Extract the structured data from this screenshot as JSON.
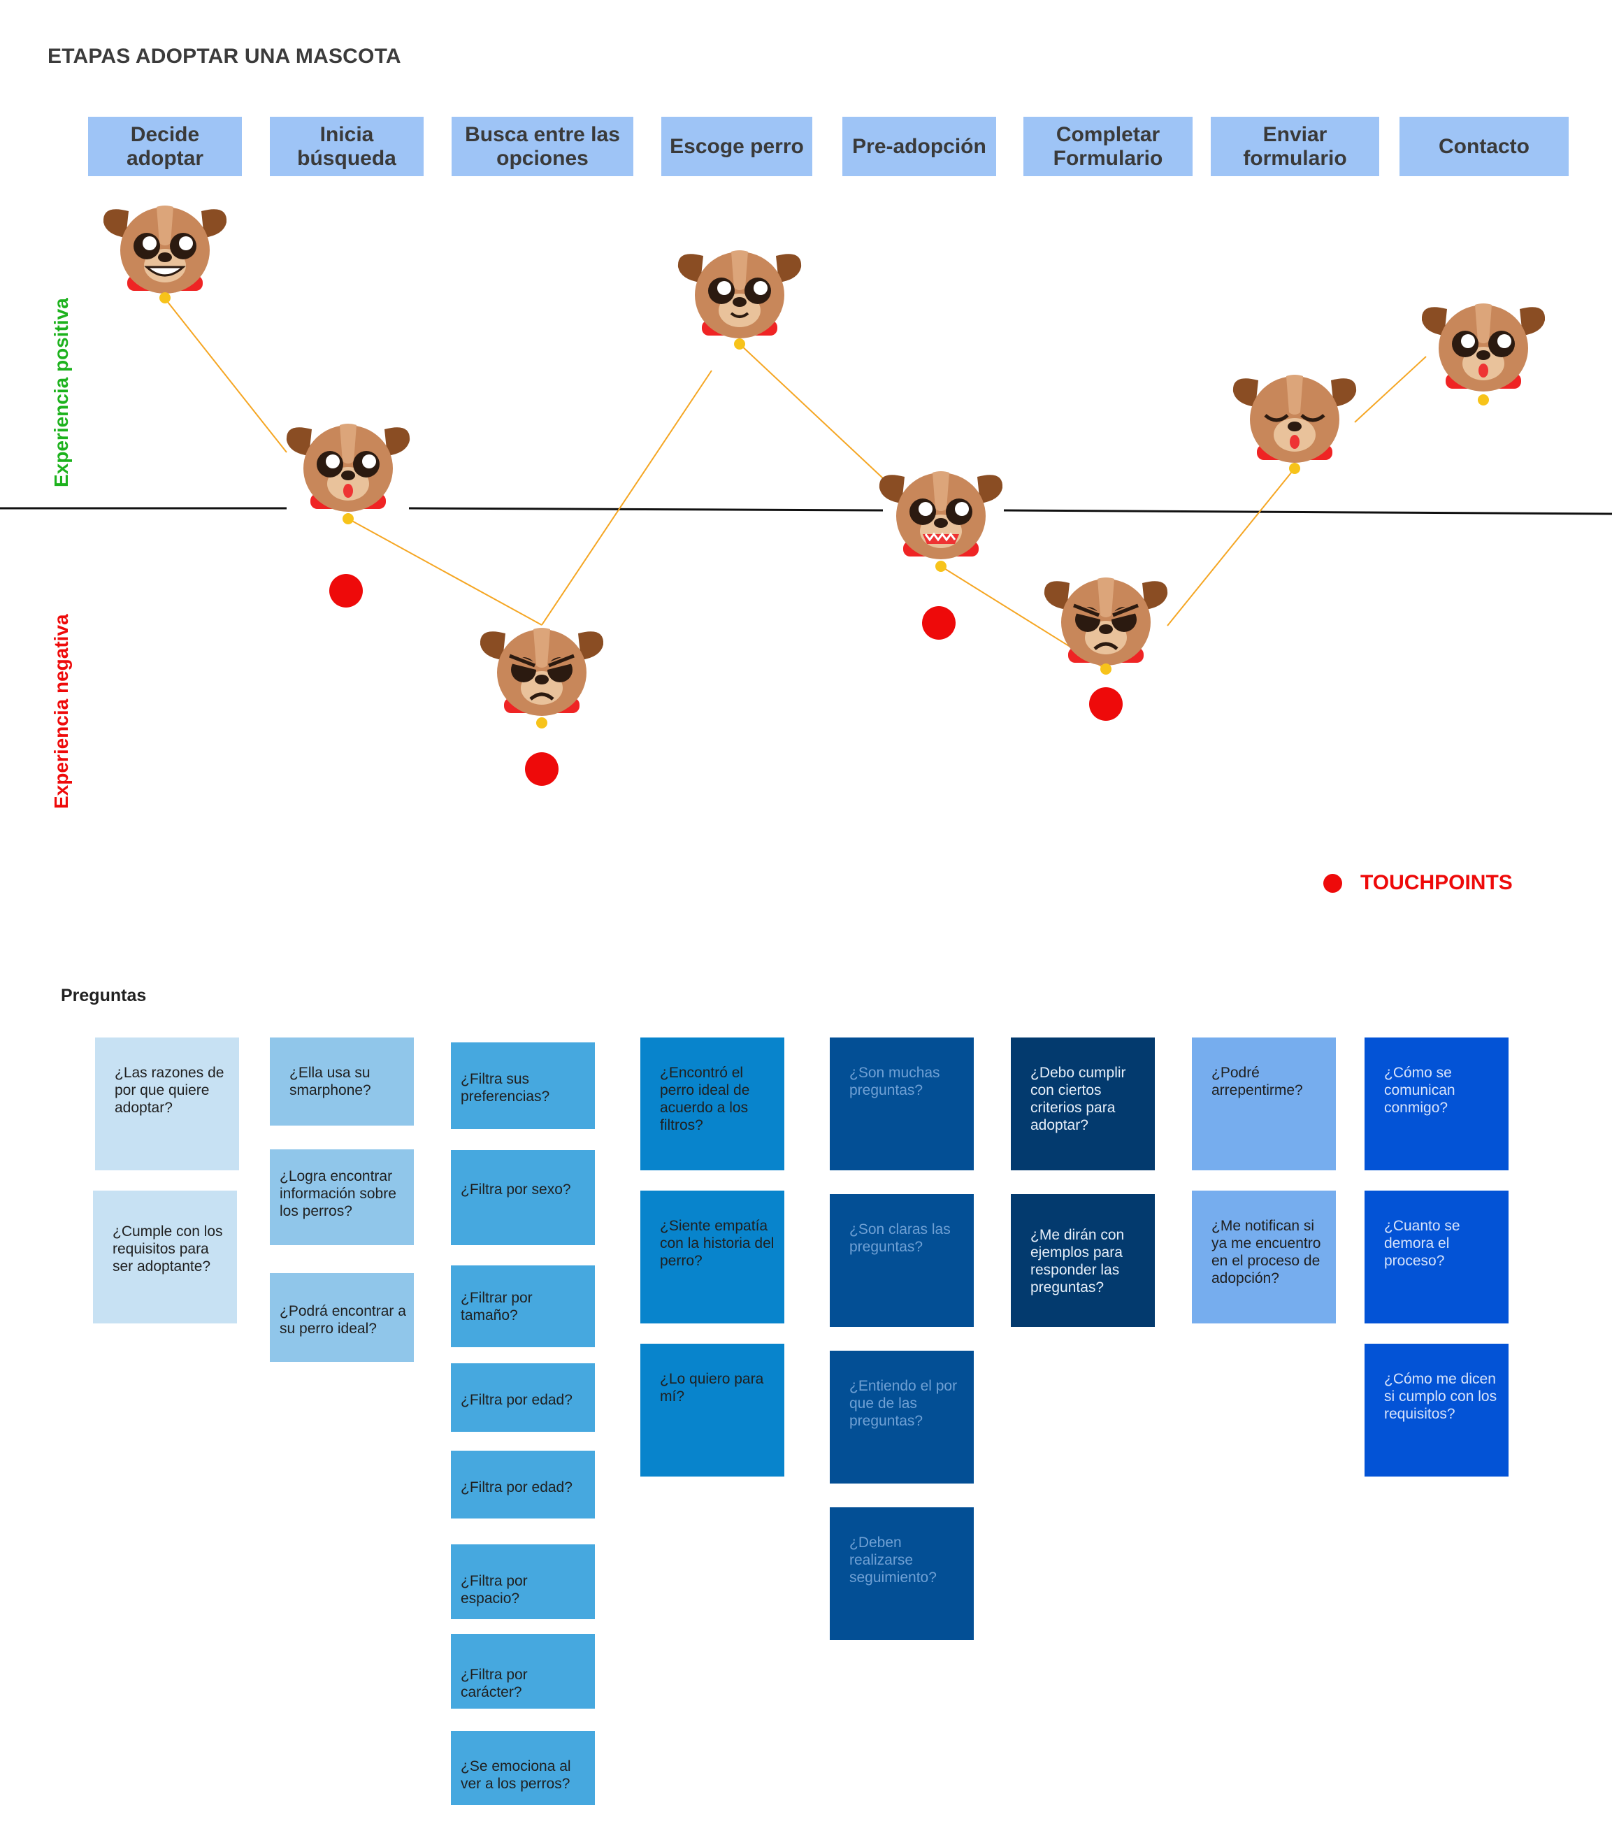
{
  "title": "ETAPAS ADOPTAR UNA MASCOTA",
  "stages": [
    {
      "label": "Decide adoptar"
    },
    {
      "label": "Inicia búsqueda"
    },
    {
      "label": "Busca entre las opciones"
    },
    {
      "label": "Escoge perro"
    },
    {
      "label": "Pre-adopción"
    },
    {
      "label": "Completar Formulario"
    },
    {
      "label": "Enviar formulario"
    },
    {
      "label": "Contacto"
    }
  ],
  "axis": {
    "positive": "Experiencia positiva",
    "negative": "Experiencia negativa",
    "positive_color": "#1db21d",
    "negative_color": "#ee0a0a"
  },
  "legend": {
    "touchpoints": "TOUCHPOINTS",
    "color": "#ee0a0a"
  },
  "emotions": [
    {
      "stage": "Decide adoptar",
      "mood": "grinning",
      "level": "very positive"
    },
    {
      "stage": "Inicia búsqueda",
      "mood": "surprised",
      "level": "neutral"
    },
    {
      "stage": "Busca entre las opciones",
      "mood": "angry",
      "level": "negative",
      "touchpoint": true
    },
    {
      "stage": "Escoge perro",
      "mood": "happy",
      "level": "positive"
    },
    {
      "stage": "Pre-adopción",
      "mood": "annoyed",
      "level": "neutral",
      "touchpoint": true
    },
    {
      "stage": "Completar Formulario",
      "mood": "angry",
      "level": "negative",
      "touchpoint": true
    },
    {
      "stage": "Enviar formulario",
      "mood": "relieved",
      "level": "positive"
    },
    {
      "stage": "Contacto",
      "mood": "surprised",
      "level": "positive"
    }
  ],
  "questions_title": "Preguntas",
  "questions": [
    [
      "¿Las razones de por que quiere adoptar?",
      "¿Cumple con los requisitos para ser adoptante?"
    ],
    [
      "¿Ella usa su smarphone?",
      "¿Logra encontrar información sobre los perros?",
      "¿Podrá encontrar a su perro ideal?"
    ],
    [
      "¿Filtra sus preferencias?",
      "¿Filtra por sexo?",
      "¿Filtrar por tamaño?",
      "¿Filtra por edad?",
      "¿Filtra por edad?",
      "¿Filtra por espacio?",
      "¿Filtra por carácter?",
      "¿Se emociona al ver a los perros?"
    ],
    [
      "¿Encontró el perro ideal de acuerdo a los filtros?",
      "¿Siente empatía con la historia del perro?",
      "¿Lo quiero para mí?"
    ],
    [
      "¿Son muchas preguntas?",
      "¿Son claras las preguntas?",
      "¿Entiendo el por que de las preguntas?",
      "¿Deben realizarse seguimiento?"
    ],
    [
      "¿Debo cumplir con ciertos criterios para adoptar?",
      "¿Me dirán con ejemplos para responder las preguntas?"
    ],
    [
      "¿Podré arrepentirme?",
      "¿Me notifican si ya me encuentro en el proceso de adopción?"
    ],
    [
      "¿Cómo se comunican conmigo?",
      "¿Cuanto se demora el proceso?",
      "¿Cómo me dicen si cumplo con los requisitos?"
    ]
  ],
  "colors": {
    "stage_bg": "#9ec4f6",
    "line": "#f5a623",
    "dog_fur": "#c8875a",
    "ear": "#8a4d23",
    "collar": "#ef2424"
  }
}
